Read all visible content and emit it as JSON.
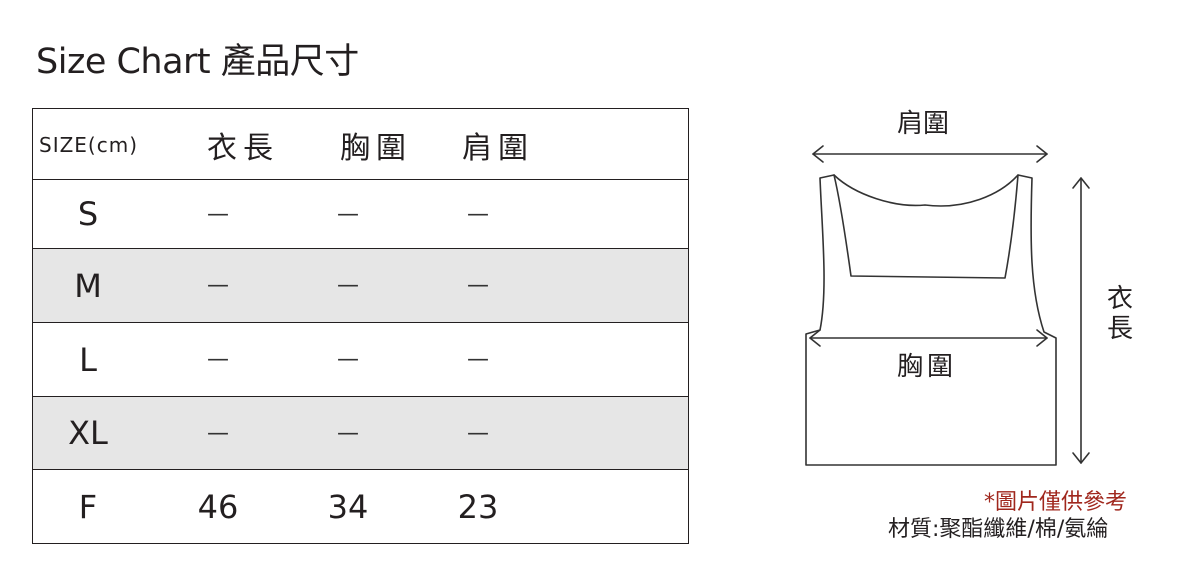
{
  "title": "Size Chart 產品尺寸",
  "table": {
    "size_header": "SIZE(cm)",
    "columns": [
      "衣長",
      "胸圍",
      "肩圍"
    ],
    "rows": [
      {
        "size": "S",
        "values": [
          "—",
          "—",
          "—"
        ],
        "shaded": false
      },
      {
        "size": "M",
        "values": [
          "—",
          "—",
          "—"
        ],
        "shaded": true
      },
      {
        "size": "L",
        "values": [
          "—",
          "—",
          "—"
        ],
        "shaded": false
      },
      {
        "size": "XL",
        "values": [
          "—",
          "—",
          "—"
        ],
        "shaded": true
      },
      {
        "size": "F",
        "values": [
          "46",
          "34",
          "23"
        ],
        "shaded": false
      }
    ]
  },
  "diagram": {
    "shoulder_label": "肩圍",
    "chest_label": "胸圍",
    "length_label": "衣長"
  },
  "notes": {
    "disclaimer": "*圖片僅供參考",
    "material": "材質:聚酯纖維/棉/氨綸"
  },
  "colors": {
    "shade": "#e6e6e6",
    "disclaimer": "#a0271d"
  }
}
